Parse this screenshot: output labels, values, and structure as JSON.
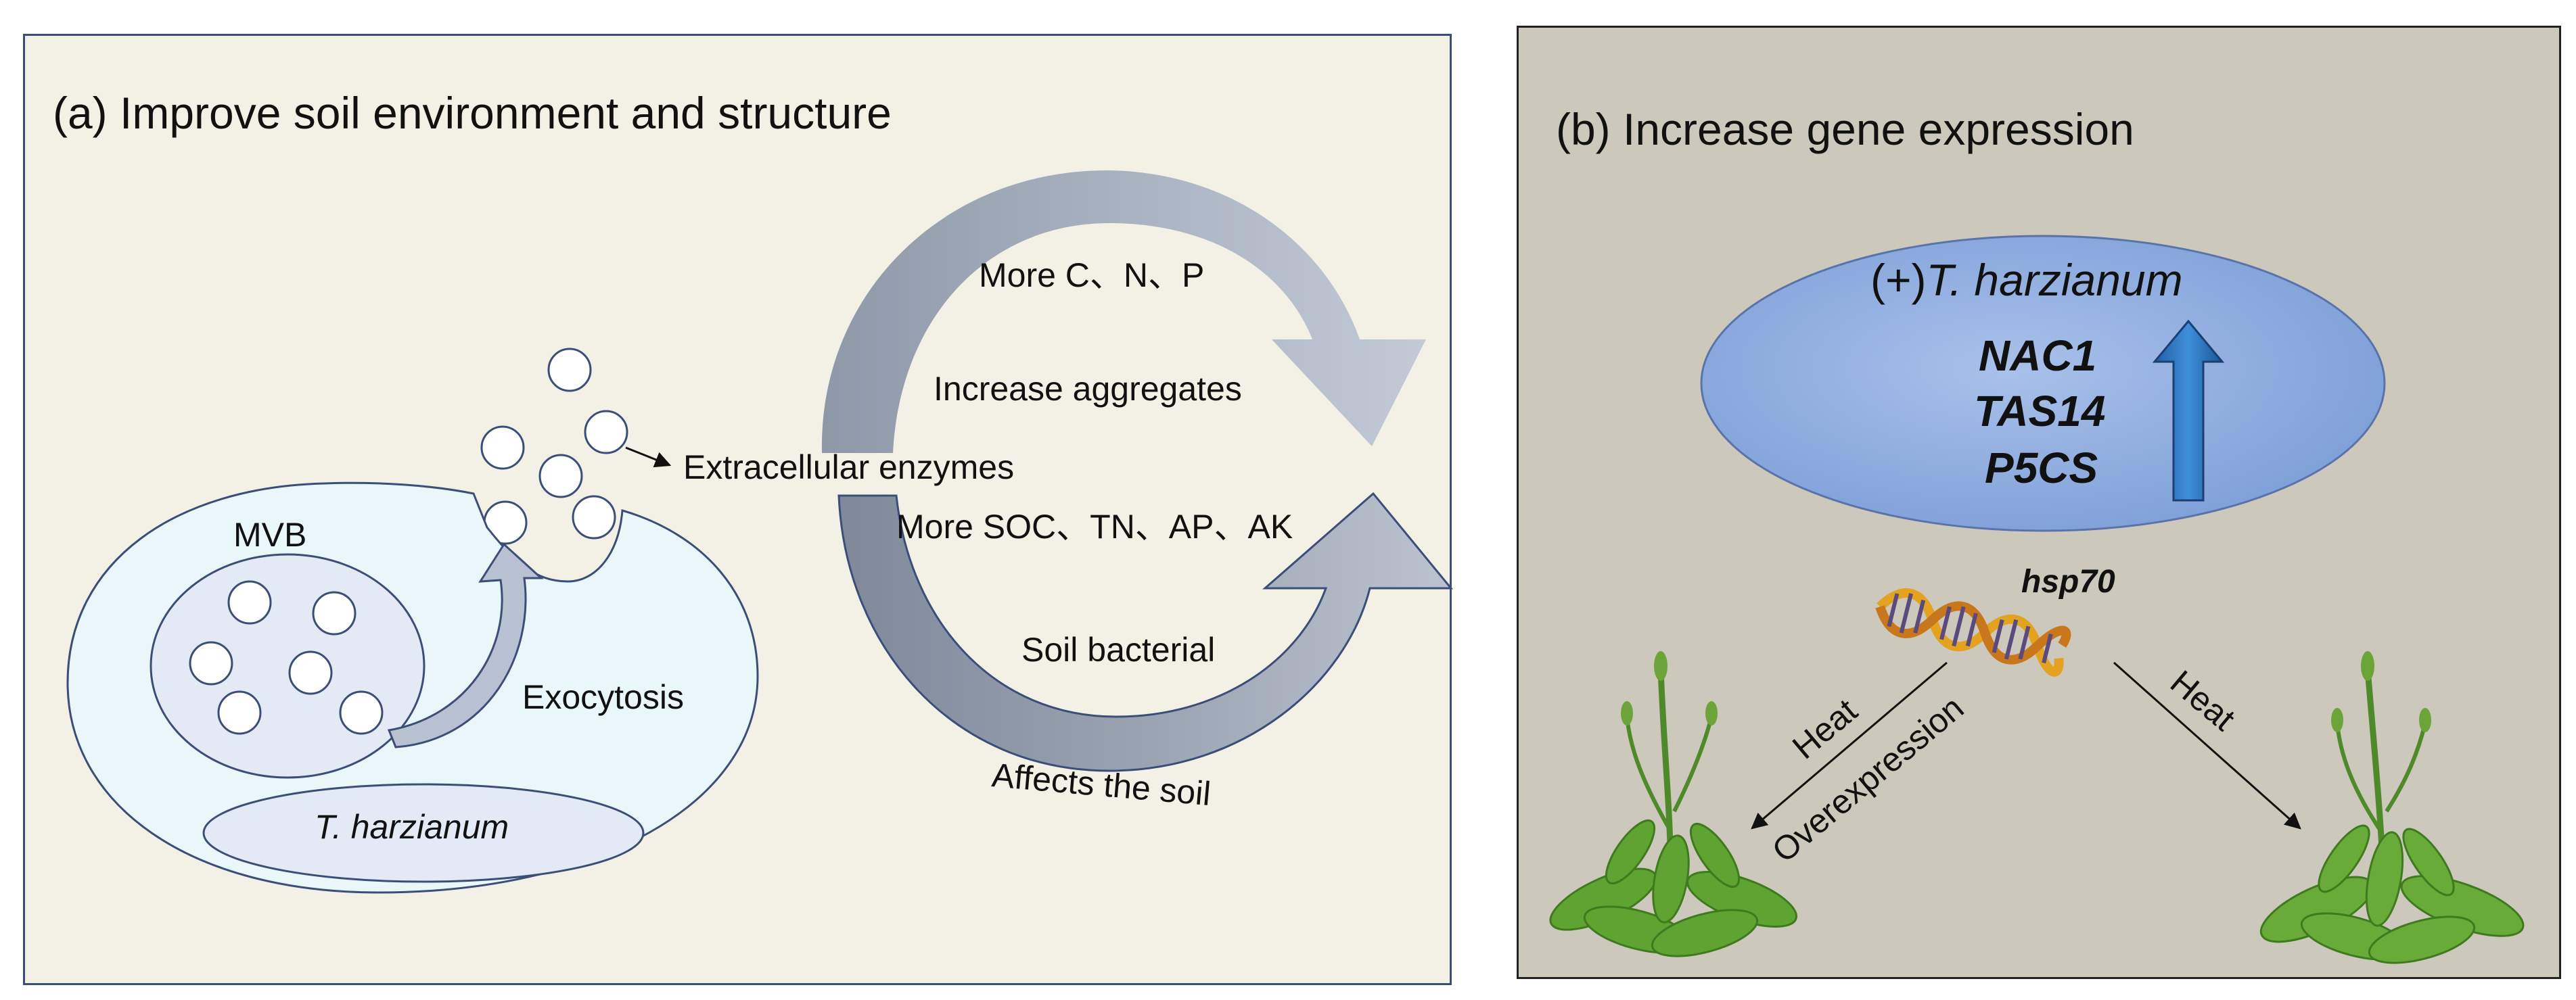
{
  "panel_a": {
    "title": "(a) Improve soil environment and structure",
    "cycle_labels": {
      "top": "More C、N、P",
      "aggregates": "Increase aggregates",
      "nutrients": "More SOC、TN、AP、AK",
      "bacteria": "Soil bacterial",
      "bottom": "Affects the soil"
    },
    "enzymes_label": "Extracellular enzymes",
    "mvb_label": "MVB",
    "exocytosis_label": "Exocytosis",
    "organism_label": "T. harzianum"
  },
  "panel_b": {
    "title": "(b) Increase gene expression",
    "ellipse_heading_prefix": "(+)",
    "ellipse_heading_species": "T. harzianum",
    "genes": [
      "NAC1",
      "TAS14",
      "P5CS"
    ],
    "dna_label": "hsp70",
    "left_arrow_top": "Heat",
    "left_arrow_bottom": "Overexpression",
    "right_arrow": "Heat"
  }
}
